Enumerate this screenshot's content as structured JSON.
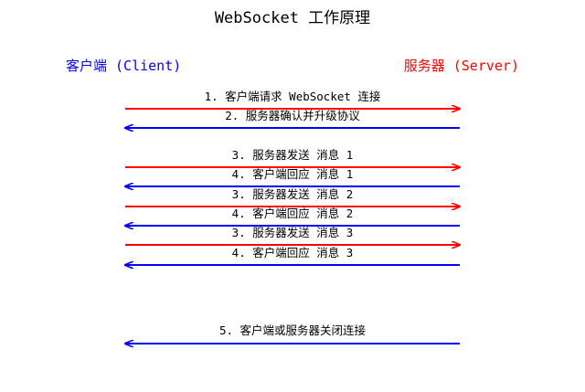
{
  "title": "WebSocket 工作原理",
  "parties": {
    "client": {
      "label": "客户端 (Client)",
      "color": "#0000ff"
    },
    "server": {
      "label": "服务器 (Server)",
      "color": "#ff0000"
    }
  },
  "colors": {
    "to_server": "#ff0000",
    "to_client": "#0000ff"
  },
  "messages": [
    {
      "label": "1. 客户端请求 WebSocket 连接",
      "direction": "to_server"
    },
    {
      "label": "2. 服务器确认并升级协议",
      "direction": "to_client"
    },
    {
      "label": "3. 服务器发送 消息 1",
      "direction": "to_server"
    },
    {
      "label": "4. 客户端回应 消息 1",
      "direction": "to_client"
    },
    {
      "label": "3. 服务器发送 消息 2",
      "direction": "to_server"
    },
    {
      "label": "4. 客户端回应 消息 2",
      "direction": "to_client"
    },
    {
      "label": "3. 服务器发送 消息 3",
      "direction": "to_server"
    },
    {
      "label": "4. 客户端回应 消息 3",
      "direction": "to_client"
    },
    {
      "label": "5. 客户端或服务器关闭连接",
      "direction": "to_client"
    }
  ]
}
